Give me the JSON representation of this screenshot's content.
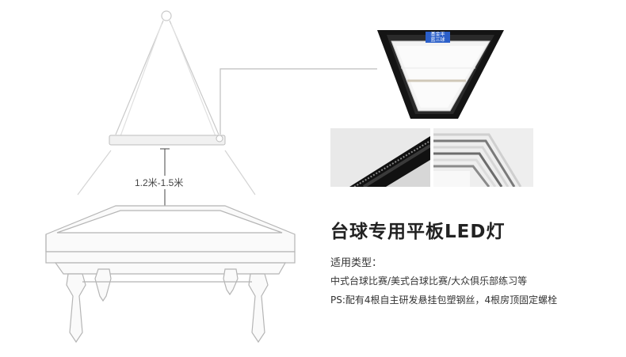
{
  "measurement_label": "1.2米-1.5米",
  "brand_badge": {
    "top": "基金丰",
    "bottom": "蓝三球"
  },
  "product_title": "台球专用平板LED灯",
  "usage_heading": "适用类型：",
  "usage_text": "中式台球比赛/美式台球比赛/大众俱乐部练习等",
  "ps_note": "PS:配有4根自主研发悬挂包塑钢丝，4根房顶固定螺栓",
  "colors": {
    "badge": "#2b5fc9",
    "frame": "#111111",
    "panel": "#f4f4f4",
    "line": "#bdbdbd"
  }
}
